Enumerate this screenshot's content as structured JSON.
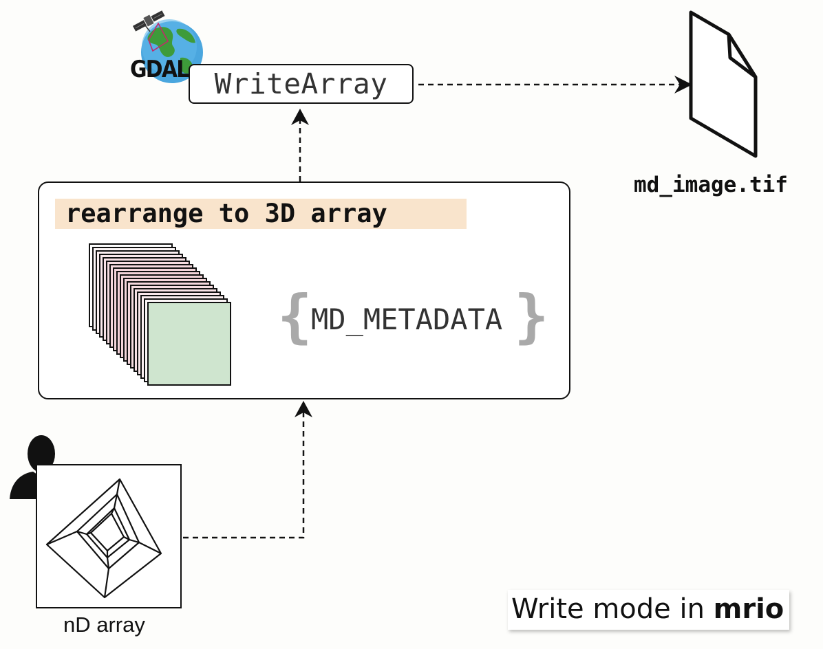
{
  "write_array": {
    "label": "WriteArray"
  },
  "gdal_logo": {
    "text": "GDAL",
    "icon": "gdal-globe-satellite-icon"
  },
  "rearrange": {
    "title": "rearrange to 3D array"
  },
  "metadata": {
    "open_brace": "{",
    "label": "MD_METADATA",
    "close_brace": "}"
  },
  "output_file": {
    "caption": "md_image.tif",
    "icon": "document-file-icon"
  },
  "input_array": {
    "caption": "nD array",
    "icon": "hypercube-icon",
    "user_icon": "user-silhouette-icon"
  },
  "mode_caption": {
    "prefix": "Write mode in ",
    "emphasis": "mrio"
  },
  "colors": {
    "title_highlight": "#f9e4cc",
    "front_layer": "#cfe5cf",
    "rear_layer_tint": "#f0c8cf",
    "brace": "#a9a9a9"
  }
}
